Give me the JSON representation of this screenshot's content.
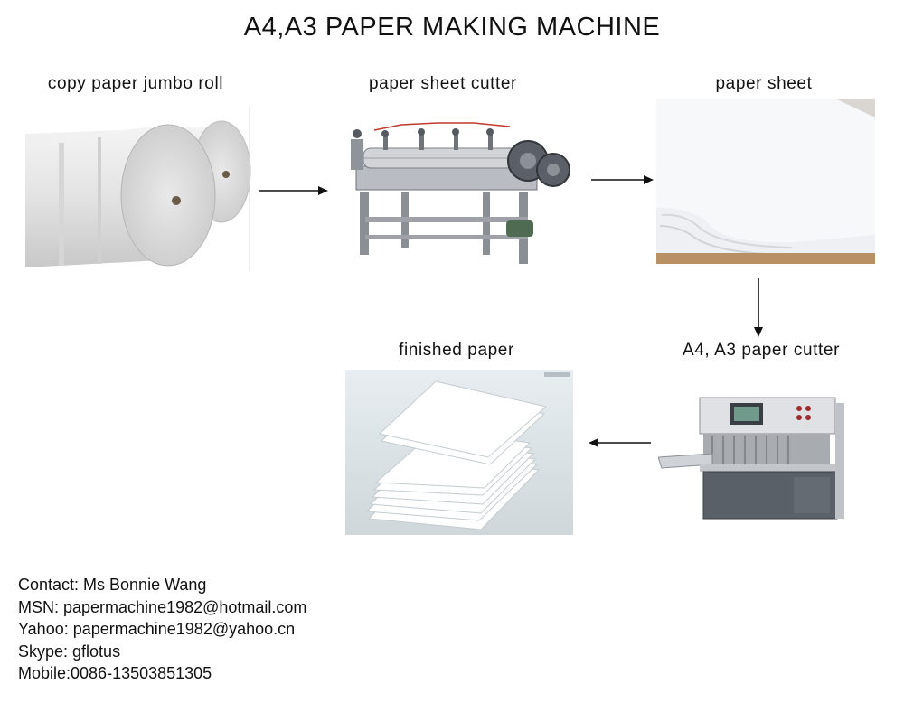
{
  "title": "A4,A3 PAPER MAKING MACHINE",
  "steps": [
    {
      "label": "copy paper jumbo roll",
      "icon": "jumbo-roll-image"
    },
    {
      "label": "paper sheet cutter",
      "icon": "sheet-cutter-machine-image"
    },
    {
      "label": "paper sheet",
      "icon": "paper-sheet-image"
    },
    {
      "label": "A4, A3 paper cutter",
      "icon": "a4-a3-cutter-machine-image"
    },
    {
      "label": "finished paper",
      "icon": "finished-paper-stack-image"
    }
  ],
  "contact": {
    "name": "Contact: Ms Bonnie Wang",
    "msn": "MSN: papermachine1982@hotmail.com",
    "yahoo": "Yahoo: papermachine1982@yahoo.cn",
    "skype": "Skype: gflotus",
    "mobile": "Mobile:0086-13503851305"
  }
}
